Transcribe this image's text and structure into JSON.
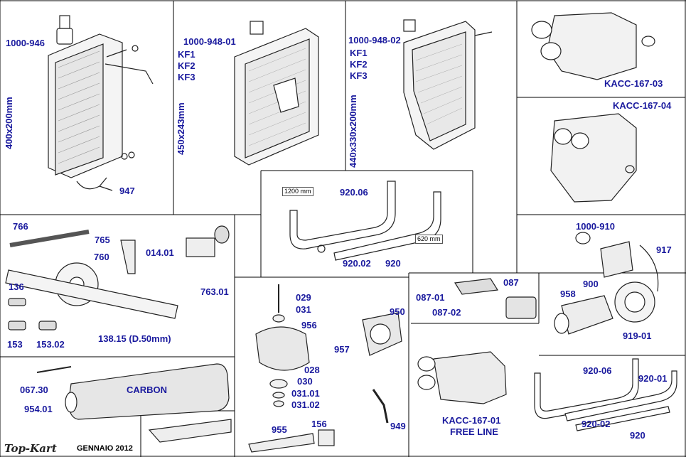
{
  "labels": {
    "p1000_946": "1000-946",
    "size_400": "400x200mm",
    "p947": "947",
    "p1000_948_01": "1000-948-01",
    "kf1_a": "KF1",
    "kf2_a": "KF2",
    "kf3_a": "KF3",
    "size_450": "450x243mm",
    "p1000_948_02": "1000-948-02",
    "kf1_b": "KF1",
    "kf2_b": "KF2",
    "kf3_b": "KF3",
    "size_440": "440x330x200mm",
    "kacc_167_03": "KACC-167-03",
    "kacc_167_04": "KACC-167-04",
    "len_1200": "1200 mm",
    "p920_06_a": "920.06",
    "len_620": "620 mm",
    "p920_02_a": "920.02",
    "p920_a": "920",
    "p766": "766",
    "p765": "765",
    "p760": "760",
    "p014_01": "014.01",
    "p763_01": "763.01",
    "p136": "136",
    "p153": "153",
    "p153_02": "153.02",
    "p138_15": "138.15 (D.50mm)",
    "p029": "029",
    "p031": "031",
    "p956": "956",
    "p957": "957",
    "p028": "028",
    "p030": "030",
    "p031_01": "031.01",
    "p031_02": "031.02",
    "p950": "950",
    "p949": "949",
    "p955": "955",
    "p156": "156",
    "p087_01": "087-01",
    "p087": "087",
    "p087_02": "087-02",
    "kacc_167_01": "KACC-167-01",
    "free_line": "FREE LINE",
    "p1000_910": "1000-910",
    "p917": "917",
    "p900": "900",
    "p958": "958",
    "p919_01": "919-01",
    "p920_06_b": "920-06",
    "p920_01": "920-01",
    "p920_02_b": "920-02",
    "p920_b": "920",
    "p067_30": "067.30",
    "carbon": "CARBON",
    "p954_01": "954.01",
    "brand": "Top-Kart",
    "date": "GENNAIO 2012"
  },
  "colors": {
    "label": "#1a1a9e",
    "line": "#000000",
    "background": "#ffffff"
  }
}
